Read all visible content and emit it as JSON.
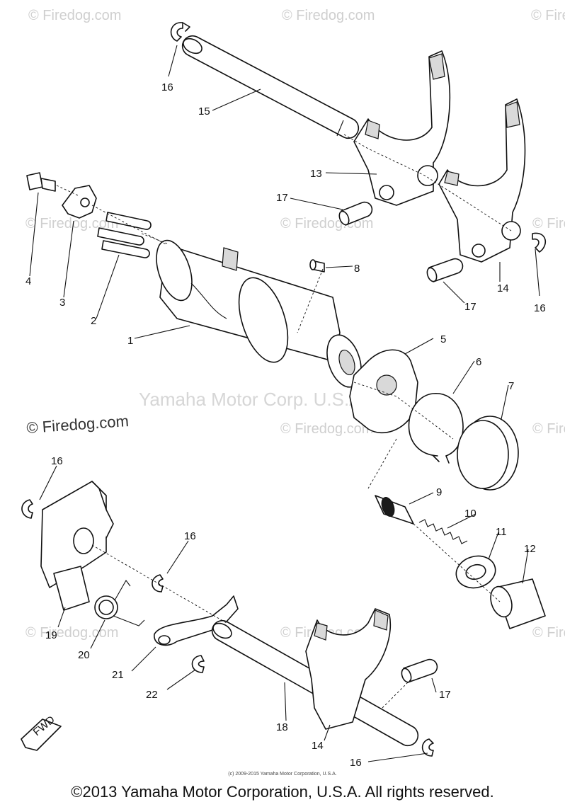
{
  "watermarks": {
    "site": "© Firedog.com",
    "center": "Yamaha Motor Corp. U.S.A."
  },
  "parts": {
    "p1": "1",
    "p2": "2",
    "p3": "3",
    "p4": "4",
    "p5": "5",
    "p6": "6",
    "p7": "7",
    "p8": "8",
    "p9": "9",
    "p10": "10",
    "p11": "11",
    "p12": "12",
    "p13": "13",
    "p14": "14",
    "p15": "15",
    "p16": "16",
    "p17": "17",
    "p18": "18",
    "p19": "19",
    "p20": "20",
    "p21": "21",
    "p22": "22"
  },
  "fwd_label": "FWD",
  "small_copyright": "(c) 2009-2015 Yamaha Motor Corporation, U.S.A.",
  "footer_copyright": "©2013 Yamaha Motor Corporation, U.S.A. All rights reserved."
}
